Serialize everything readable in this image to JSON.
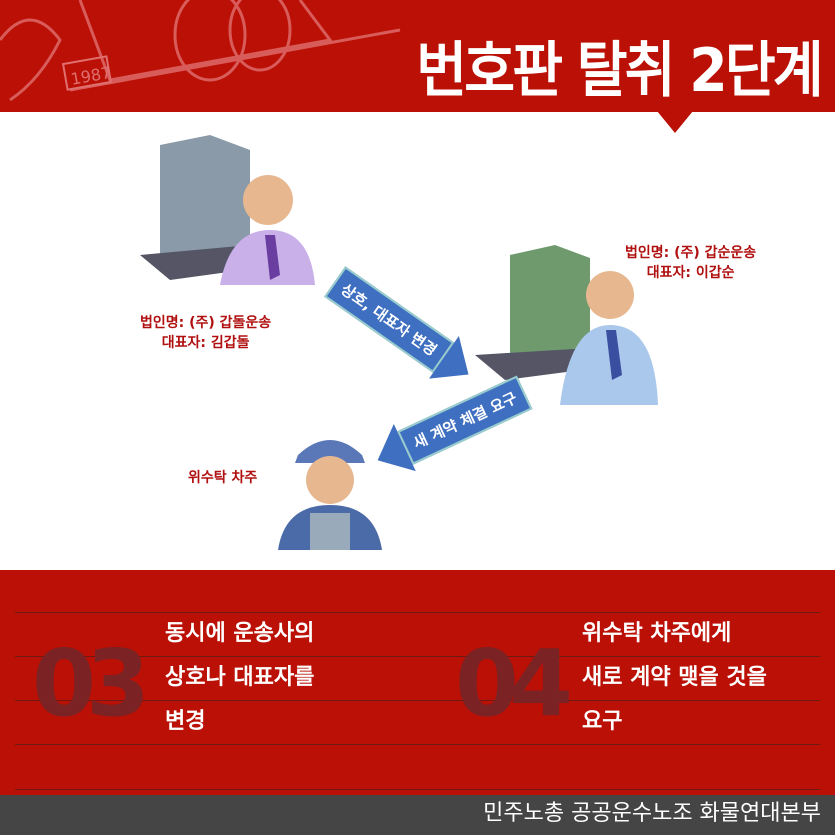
{
  "header": {
    "title": "번호판 탈취 2단계",
    "plate_text": "1987"
  },
  "diagram": {
    "company_a": {
      "name": "법인명: (주) 갑돌운송",
      "rep": "대표자: 김갑돌"
    },
    "company_b": {
      "name": "법인명: (주) 갑순운송",
      "rep": "대표자: 이갑순"
    },
    "driver": {
      "label": "위수탁 차주"
    },
    "arrow_1": "상호, 대표자 변경",
    "arrow_2": "새 계약 체결 요구"
  },
  "steps": [
    {
      "number": "03",
      "lines": [
        "동시에 운송사의",
        "상호나 대표자를",
        "변경"
      ]
    },
    {
      "number": "04",
      "lines": [
        "위수탁 차주에게",
        "새로 계약 맺을 것을",
        "요구"
      ]
    }
  ],
  "footer": {
    "org": "민주노총 공공운수노조 화물연대본부"
  },
  "colors": {
    "red": "#bb1006",
    "dark": "#454545",
    "label": "#b01010"
  }
}
